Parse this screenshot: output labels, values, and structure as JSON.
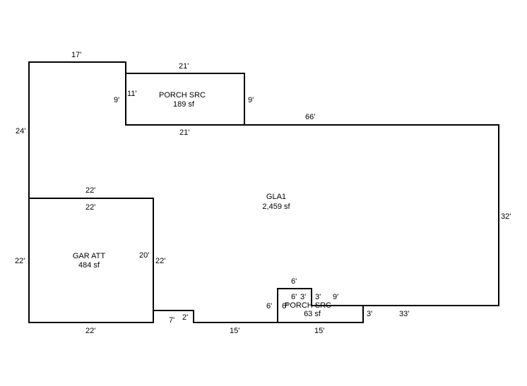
{
  "areas": {
    "gla": {
      "name": "GLA1",
      "size": "2,459 sf"
    },
    "porch_top": {
      "name": "PORCH SRC",
      "size": "189 sf"
    },
    "garage": {
      "name": "GAR ATT",
      "size": "484 sf"
    },
    "porch_bottom": {
      "name": "PORCH SRC",
      "size": "63 sf"
    }
  },
  "dimensions": {
    "house_top_left": "17'",
    "house_left_upper": "24'",
    "house_left_inner": "9'",
    "house_top_long": "66'",
    "house_right": "32'",
    "house_bottom_right": "33'",
    "notch_right": "3'",
    "bottom_mid": "15'",
    "step_horizontal": "7'",
    "step_vertical": "2'",
    "porch_top_top": "21'",
    "porch_top_bottom": "21'",
    "porch_top_left": "11'",
    "porch_top_right": "9'",
    "garage_top_outer": "22'",
    "garage_top_inner": "22'",
    "garage_left": "22'",
    "garage_bottom": "22'",
    "garage_right_inner": "20'",
    "garage_right_outer": "22'",
    "porch_bottom_top": "6'",
    "porch_bottom_left_outer": "6'",
    "porch_bottom_left_inner": "6'",
    "porch_bottom_top_inner": "6'",
    "porch_bottom_step_a": "3'",
    "porch_bottom_step_b": "3'",
    "porch_bottom_step_c": "9'",
    "porch_bottom_bottom": "15'"
  }
}
